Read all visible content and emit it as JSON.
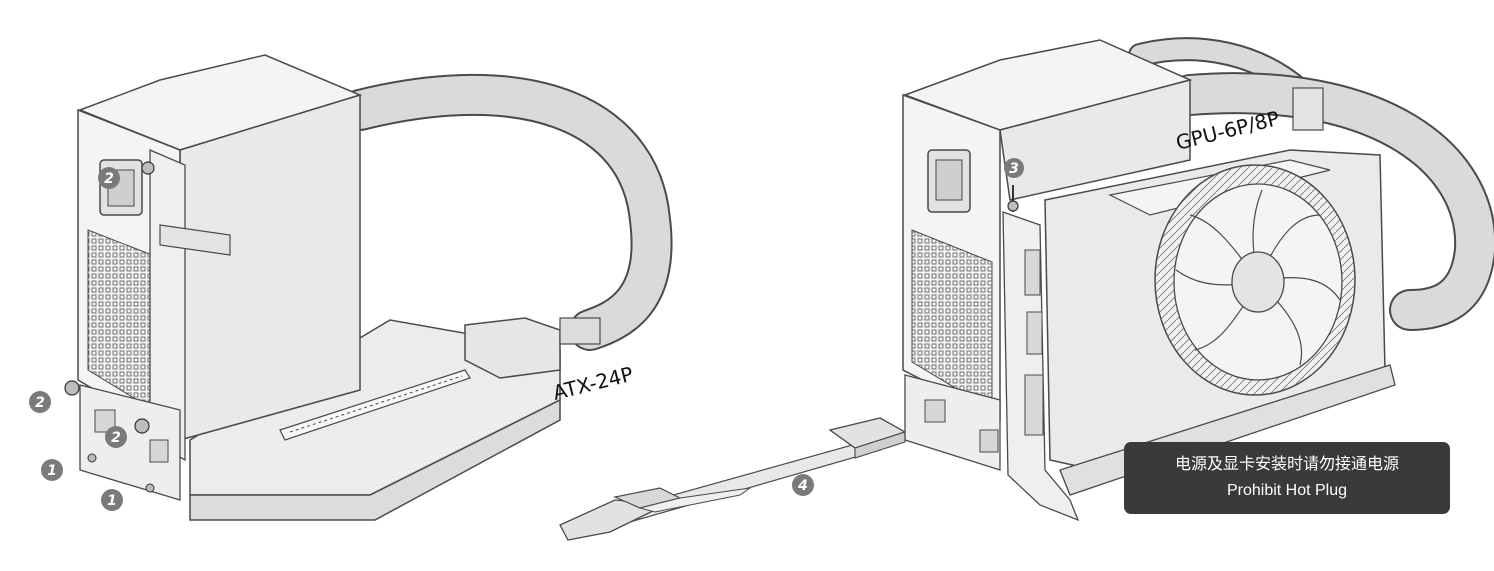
{
  "labels": {
    "atx": "ATX-24P",
    "gpu": "GPU-6P/8P"
  },
  "steps": [
    "1",
    "1",
    "2",
    "2",
    "2",
    "3",
    "4"
  ],
  "warning": {
    "line1": "电源及显卡安装时请勿接通电源",
    "line2": "Prohibit Hot Plug"
  },
  "colors": {
    "background": "#ffffff",
    "line": "#4a4a4a",
    "fill_light": "#ececec",
    "fill_mid": "#d9d9d9",
    "badge": "#7a7a7a",
    "warning_bg": "#3a3a3a",
    "warning_text": "#ffffff"
  }
}
